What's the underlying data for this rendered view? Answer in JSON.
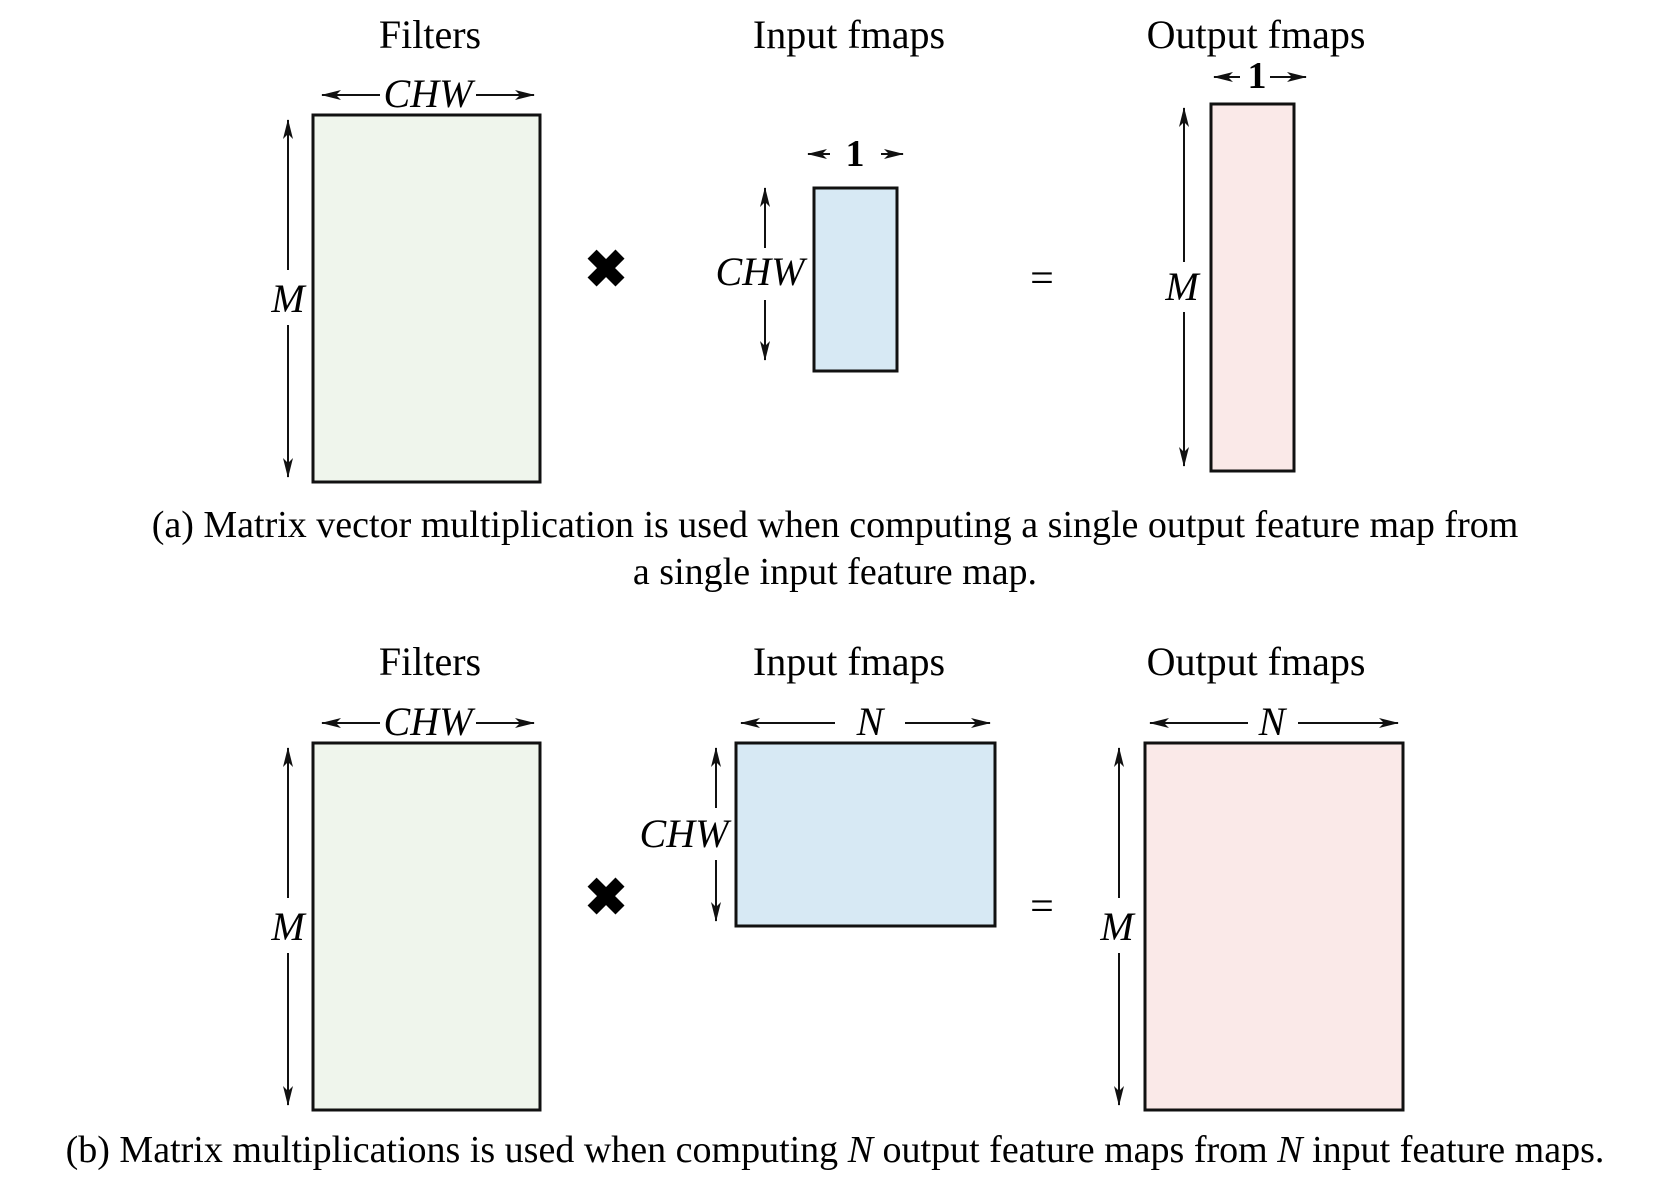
{
  "colors": {
    "filters_fill": "#eff5ec",
    "input_fill": "#d7e9f4",
    "output_fill": "#fae9e8",
    "stroke": "#111111"
  },
  "panel_a": {
    "filters_title": "Filters",
    "input_title": "Input fmaps",
    "output_title": "Output fmaps",
    "filters_width_label": "CHW",
    "filters_height_label": "M",
    "input_width_label": "1",
    "input_height_label": "CHW",
    "output_width_label": "1",
    "output_height_label": "M",
    "times_symbol": "✖",
    "equals_symbol": "=",
    "caption_line1": "(a) Matrix vector multiplication is used when computing a single output feature map from",
    "caption_line2": "a single input feature map."
  },
  "panel_b": {
    "filters_title": "Filters",
    "input_title": "Input fmaps",
    "output_title": "Output fmaps",
    "filters_width_label": "CHW",
    "filters_height_label": "M",
    "input_width_label": "N",
    "input_height_label": "CHW",
    "output_width_label": "N",
    "output_height_label": "M",
    "times_symbol": "✖",
    "equals_symbol": "=",
    "caption_prefix": "(b) Matrix multiplications is used when computing ",
    "caption_n1": "N",
    "caption_mid": " output feature maps from ",
    "caption_n2": "N",
    "caption_suffix": " input feature maps."
  }
}
